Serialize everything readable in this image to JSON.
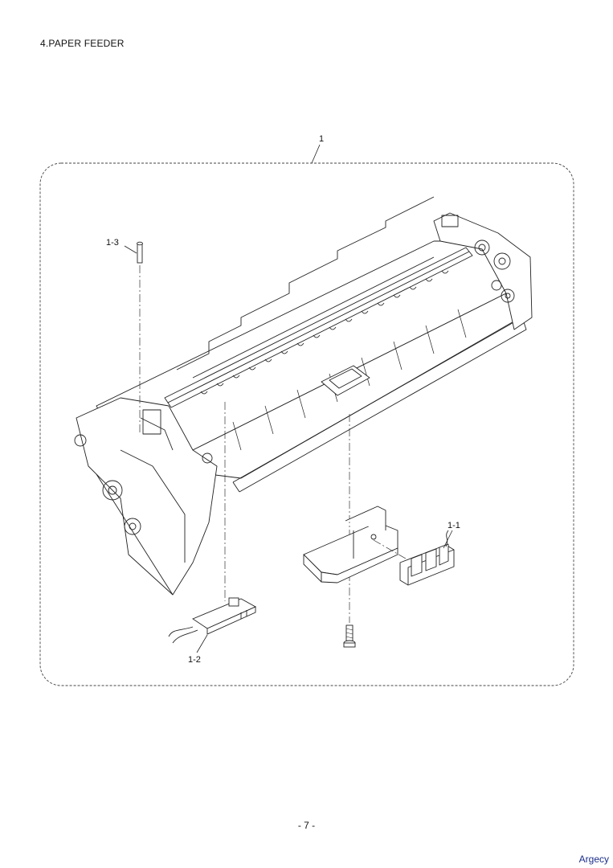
{
  "page": {
    "section_title": "4.PAPER FEEDER",
    "page_number": "- 7 -",
    "brand": "Argecy"
  },
  "callouts": {
    "assembly": "1",
    "part_1_1": "1-1",
    "part_1_2": "1-2",
    "part_1_3": "1-3"
  }
}
